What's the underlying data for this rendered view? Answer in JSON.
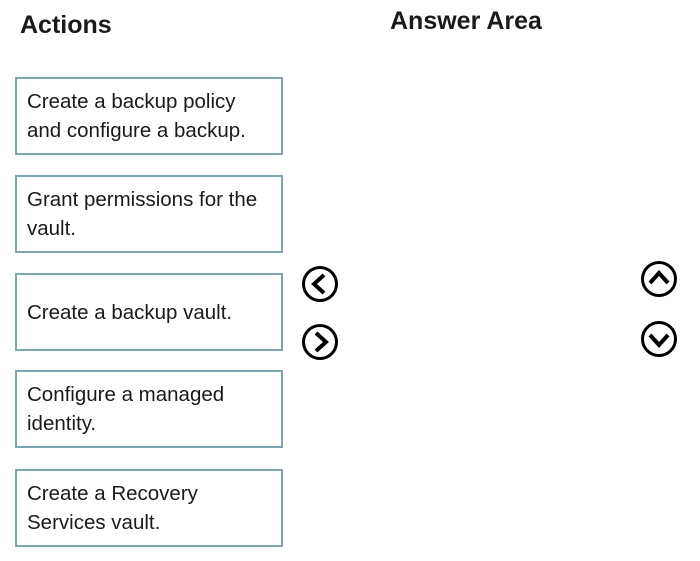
{
  "actions_title": "Actions",
  "answer_title": "Answer Area",
  "actions": [
    "Create a backup policy and configure a backup.",
    "Grant permissions for the vault.",
    "Create a backup vault.",
    "Configure a managed identity.",
    "Create a Recovery Services vault."
  ],
  "icons": [
    "chevron-left-circle-icon",
    "chevron-right-circle-icon",
    "chevron-up-circle-icon",
    "chevron-down-circle-icon"
  ]
}
